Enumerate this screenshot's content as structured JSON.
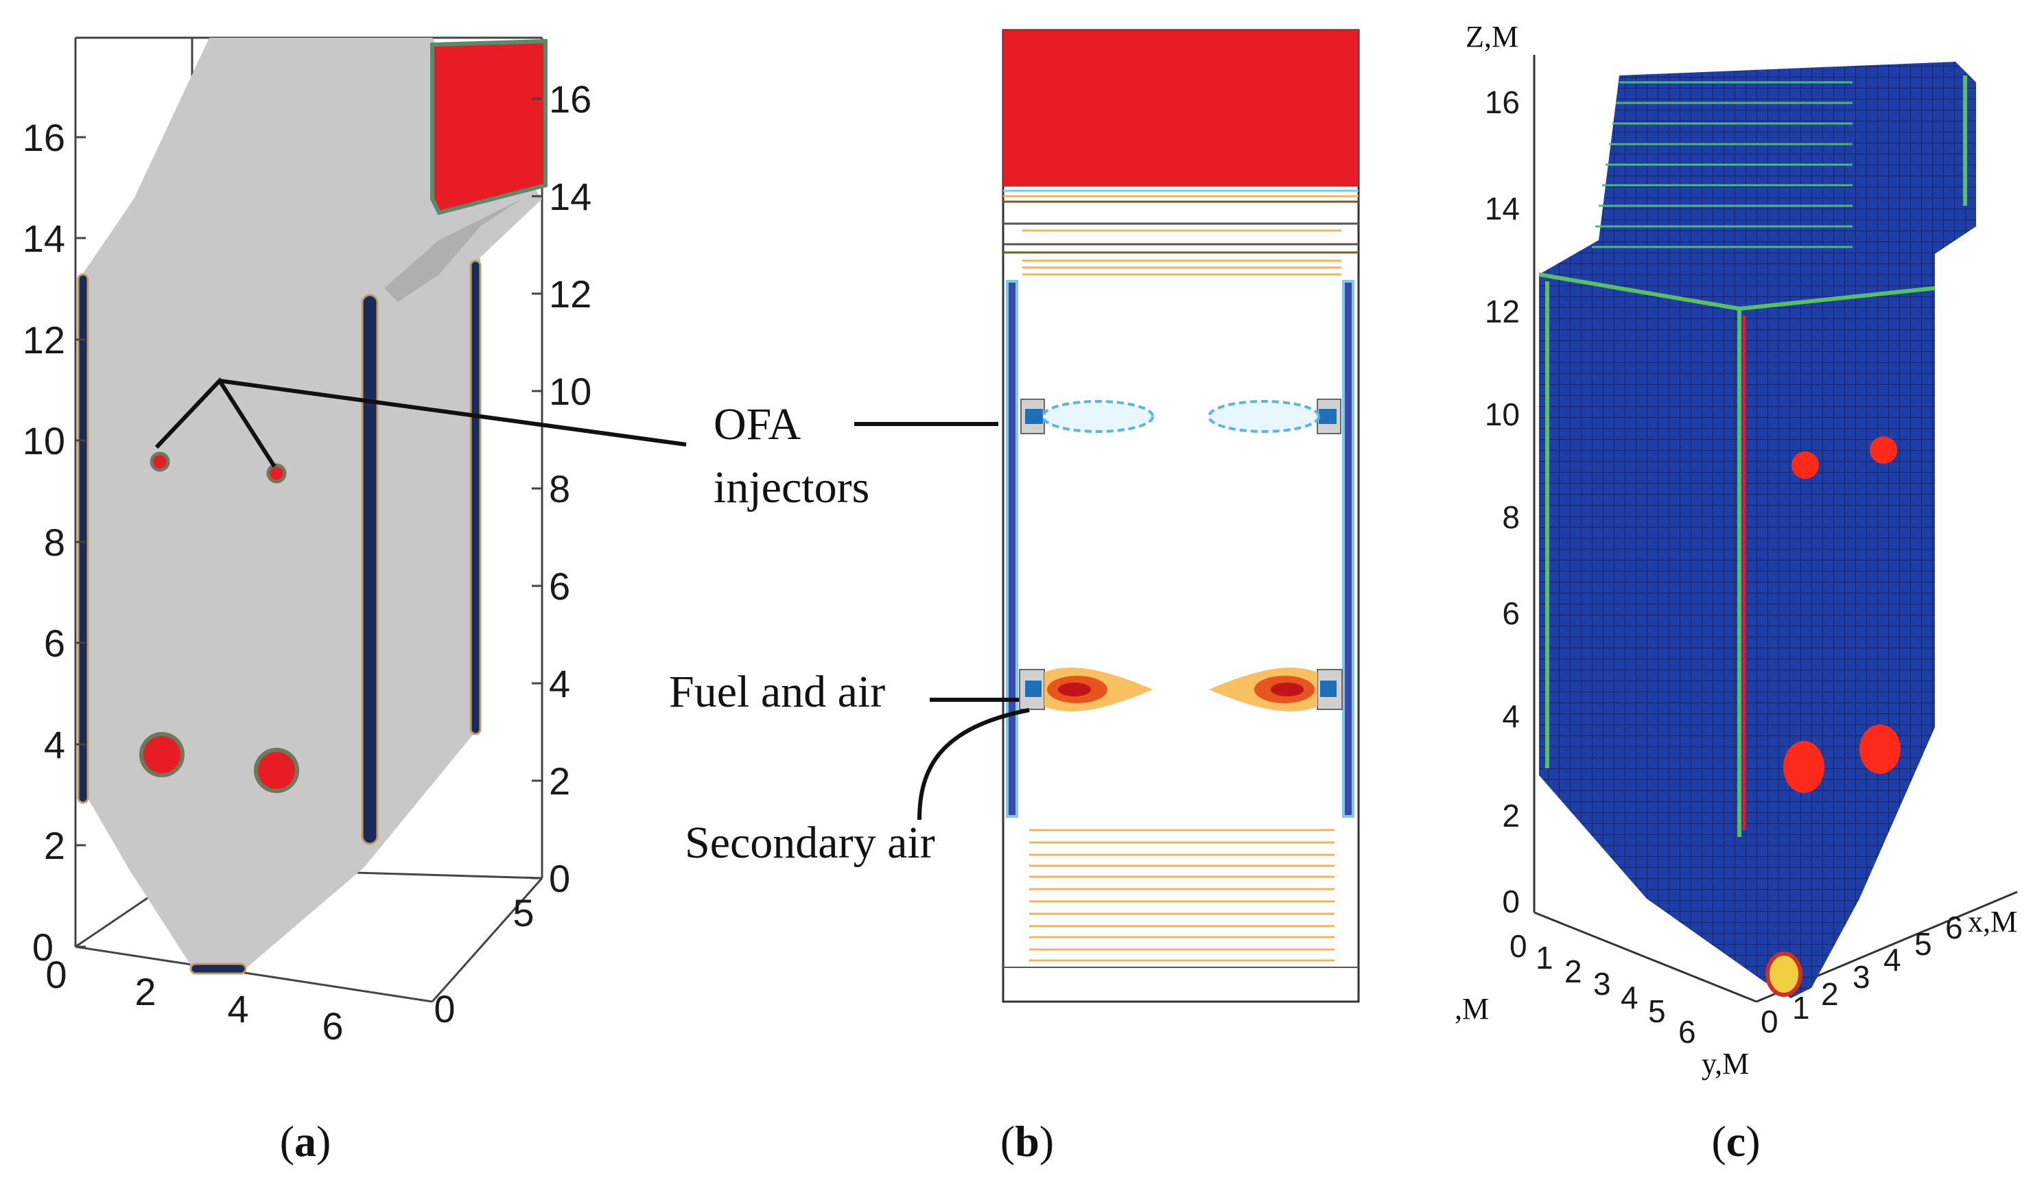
{
  "colors": {
    "furnace_gray": "#c8c8c8",
    "hot_red": "#e81c24",
    "mesh_blue": "#1e3fa8",
    "ofa_blue": "#5ab4e8",
    "flame_orange": "#f2a33a",
    "bands_orange": "#f0b45a"
  },
  "panel_a": {
    "caption_label": "a",
    "z_ticks_left": [
      "0",
      "2",
      "4",
      "6",
      "8",
      "10",
      "12",
      "14",
      "16"
    ],
    "z_ticks_right": [
      "0",
      "2",
      "4",
      "6",
      "8",
      "10",
      "12",
      "14",
      "16"
    ],
    "x_ticks": [
      "0",
      "2",
      "4",
      "6"
    ],
    "y_ticks": [
      "0",
      "5"
    ]
  },
  "panel_b": {
    "caption_label": "b",
    "label_ofa_line1": "OFA",
    "label_ofa_line2": "injectors",
    "label_fuel_air": "Fuel and air",
    "label_secondary_air": "Secondary air"
  },
  "panel_c": {
    "caption_label": "c",
    "z_axis_title": "Z,M",
    "x_axis_title": "x,M",
    "y_axis_title": "y,M",
    "left_axis_title": ",M",
    "z_ticks": [
      "0",
      "2",
      "4",
      "6",
      "8",
      "10",
      "12",
      "14",
      "16"
    ],
    "y_ticks": [
      "0",
      "1",
      "2",
      "3",
      "4",
      "5",
      "6"
    ],
    "x_ticks": [
      "0",
      "1",
      "2",
      "3",
      "4",
      "5",
      "6"
    ]
  }
}
